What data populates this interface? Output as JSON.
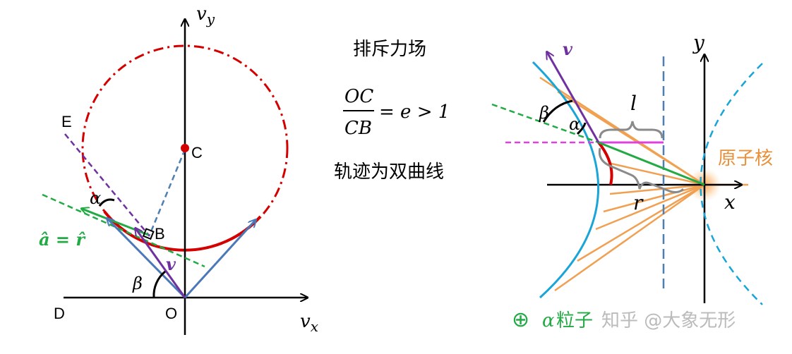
{
  "colors": {
    "axis": "#000000",
    "red": "#d40000",
    "green": "#22aa44",
    "purple": "#7030a0",
    "steel": "#4a78b8",
    "blue_dash": "#4f7fb0",
    "cyan": "#19a5d8",
    "orange": "#f0a050",
    "magenta": "#e040e0",
    "nucleus_text": "#e8903a",
    "brace": "#8a8a8a",
    "watermark": "#bbbbbb",
    "alpha_green": "#22aa44"
  },
  "left": {
    "vy_label": "v",
    "vy_sub": "y",
    "vx_label": "v",
    "vx_sub": "x",
    "point_c": "C",
    "point_e": "E",
    "point_b": "B",
    "point_d": "D",
    "point_o": "O",
    "alpha": "α",
    "beta": "β",
    "v": "v",
    "a_r_label": "â = r̂"
  },
  "middle": {
    "title": "排斥力场",
    "frac_num": "OC",
    "frac_den": "CB",
    "frac_rest": "= e > 1",
    "trajectory": "轨迹为双曲线"
  },
  "right": {
    "y_label": "y",
    "x_label": "x",
    "v": "v",
    "beta": "β",
    "alpha": "α",
    "l": "l",
    "r": "r",
    "nucleus": "原子核",
    "alpha_particle_symbol": "⊕",
    "alpha_particle_greek": "α",
    "alpha_particle_text": "粒子"
  },
  "watermark": "知乎 @大象无形"
}
